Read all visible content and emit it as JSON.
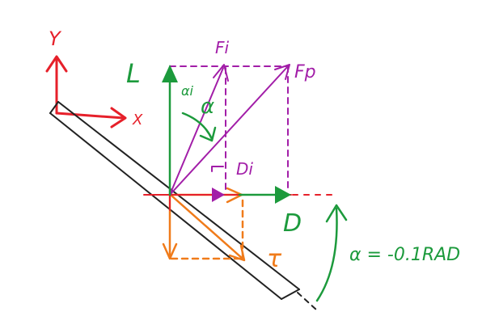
{
  "labels": {
    "axis_y": "Y",
    "axis_x": "X",
    "lift": "L",
    "drag": "D",
    "force_i": "Fi",
    "force_p": "Fp",
    "drag_i": "Di",
    "alpha_i": "αi",
    "alpha": "α",
    "tau": "τ",
    "alpha_value": "α = -0.1RAD"
  },
  "colors": {
    "axes": "#e6202a",
    "lift": "#1c9a3c",
    "drag": "#1c9a3c",
    "force": "#a21ea8",
    "tau": "#f07b1a",
    "wing": "#222222",
    "note": "#1c9a3c"
  }
}
